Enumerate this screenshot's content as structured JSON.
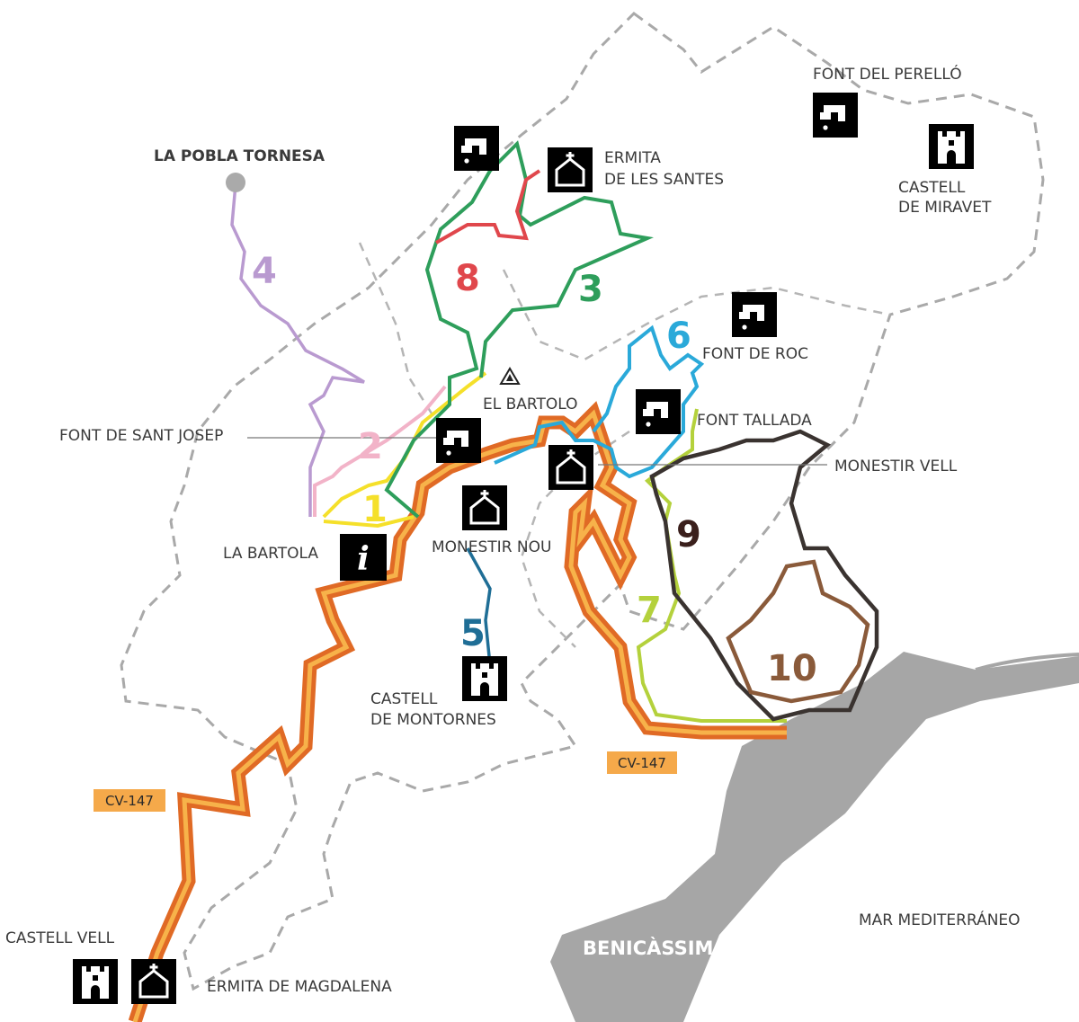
{
  "map": {
    "places": {
      "la_pobla_tornesa": "LA POBLA TORNESA",
      "ermita_les_santes_1": "ERMITA",
      "ermita_les_santes_2": "DE LES SANTES",
      "font_del_perello": "FONT DEL PERELLÓ",
      "castell_miravet_1": "CASTELL",
      "castell_miravet_2": "DE MIRAVET",
      "font_de_roc": "FONT DE ROC",
      "el_bartolo": "EL BARTOLO",
      "font_tallada": "FONT TALLADA",
      "font_sant_josep": "FONT DE SANT JOSEP",
      "monestir_vell": "MONESTIR VELL",
      "la_bartola": "LA BARTOLA",
      "monestir_nou": "MONESTIR NOU",
      "castell_montornes_1": "CASTELL",
      "castell_montornes_2": "DE MONTORNES",
      "castell_vell": "CASTELL VELL",
      "ermita_magdalena": "ERMITA DE MAGDALENA",
      "benicassim": "BENICÀSSIM",
      "mar": "MAR MEDITERRÁNEO"
    },
    "roads": {
      "cv147_a": "CV-147",
      "cv147_b": "CV-147"
    },
    "routes": [
      {
        "number": "1",
        "color": "#f5e02a"
      },
      {
        "number": "2",
        "color": "#f2b3c8"
      },
      {
        "number": "3",
        "color": "#2e9e5b"
      },
      {
        "number": "4",
        "color": "#b99ad0"
      },
      {
        "number": "5",
        "color": "#1f6e96"
      },
      {
        "number": "6",
        "color": "#2aa9d9"
      },
      {
        "number": "7",
        "color": "#b4d13c"
      },
      {
        "number": "8",
        "color": "#e0474c"
      },
      {
        "number": "9",
        "color": "#3a3330"
      },
      {
        "number": "10",
        "color": "#8a5a3a"
      }
    ],
    "icons": {
      "info": "i"
    },
    "colors": {
      "road_outer": "#e06a25",
      "road_inner": "#f7b24a",
      "boundary": "#a9a9a9",
      "urban": "#a6a6a6",
      "road_tag": "#f5a94a"
    }
  }
}
